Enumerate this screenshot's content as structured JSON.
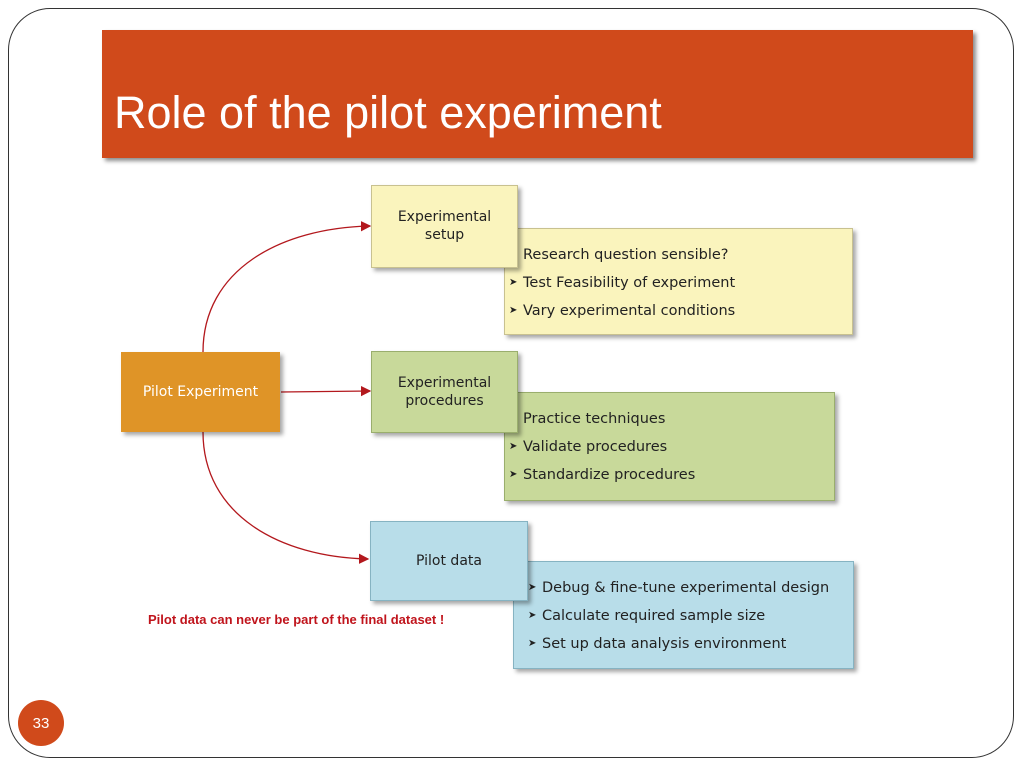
{
  "slide": {
    "title": "Role of the pilot experiment",
    "page_number": "33",
    "accent_color": "#d04a1b"
  },
  "diagram": {
    "source": {
      "label": "Pilot Experiment",
      "color": "#df9427"
    },
    "branches": [
      {
        "label": "Experimental setup",
        "color": "#faf4bd",
        "items": [
          "Research question sensible?",
          "Test Feasibility of experiment",
          "Vary experimental conditions"
        ]
      },
      {
        "label": "Experimental procedures",
        "color": "#c8d99a",
        "items": [
          "Practice techniques",
          "Validate procedures",
          "Standardize procedures"
        ]
      },
      {
        "label": "Pilot data",
        "color": "#b8dde9",
        "items": [
          "Debug & fine-tune experimental design",
          "Calculate required sample size",
          "Set up data analysis environment"
        ]
      }
    ],
    "note": "Pilot data can never be part of the final dataset !",
    "note_color": "#c0141c",
    "bullet_icon": "chevron-right-icon"
  }
}
